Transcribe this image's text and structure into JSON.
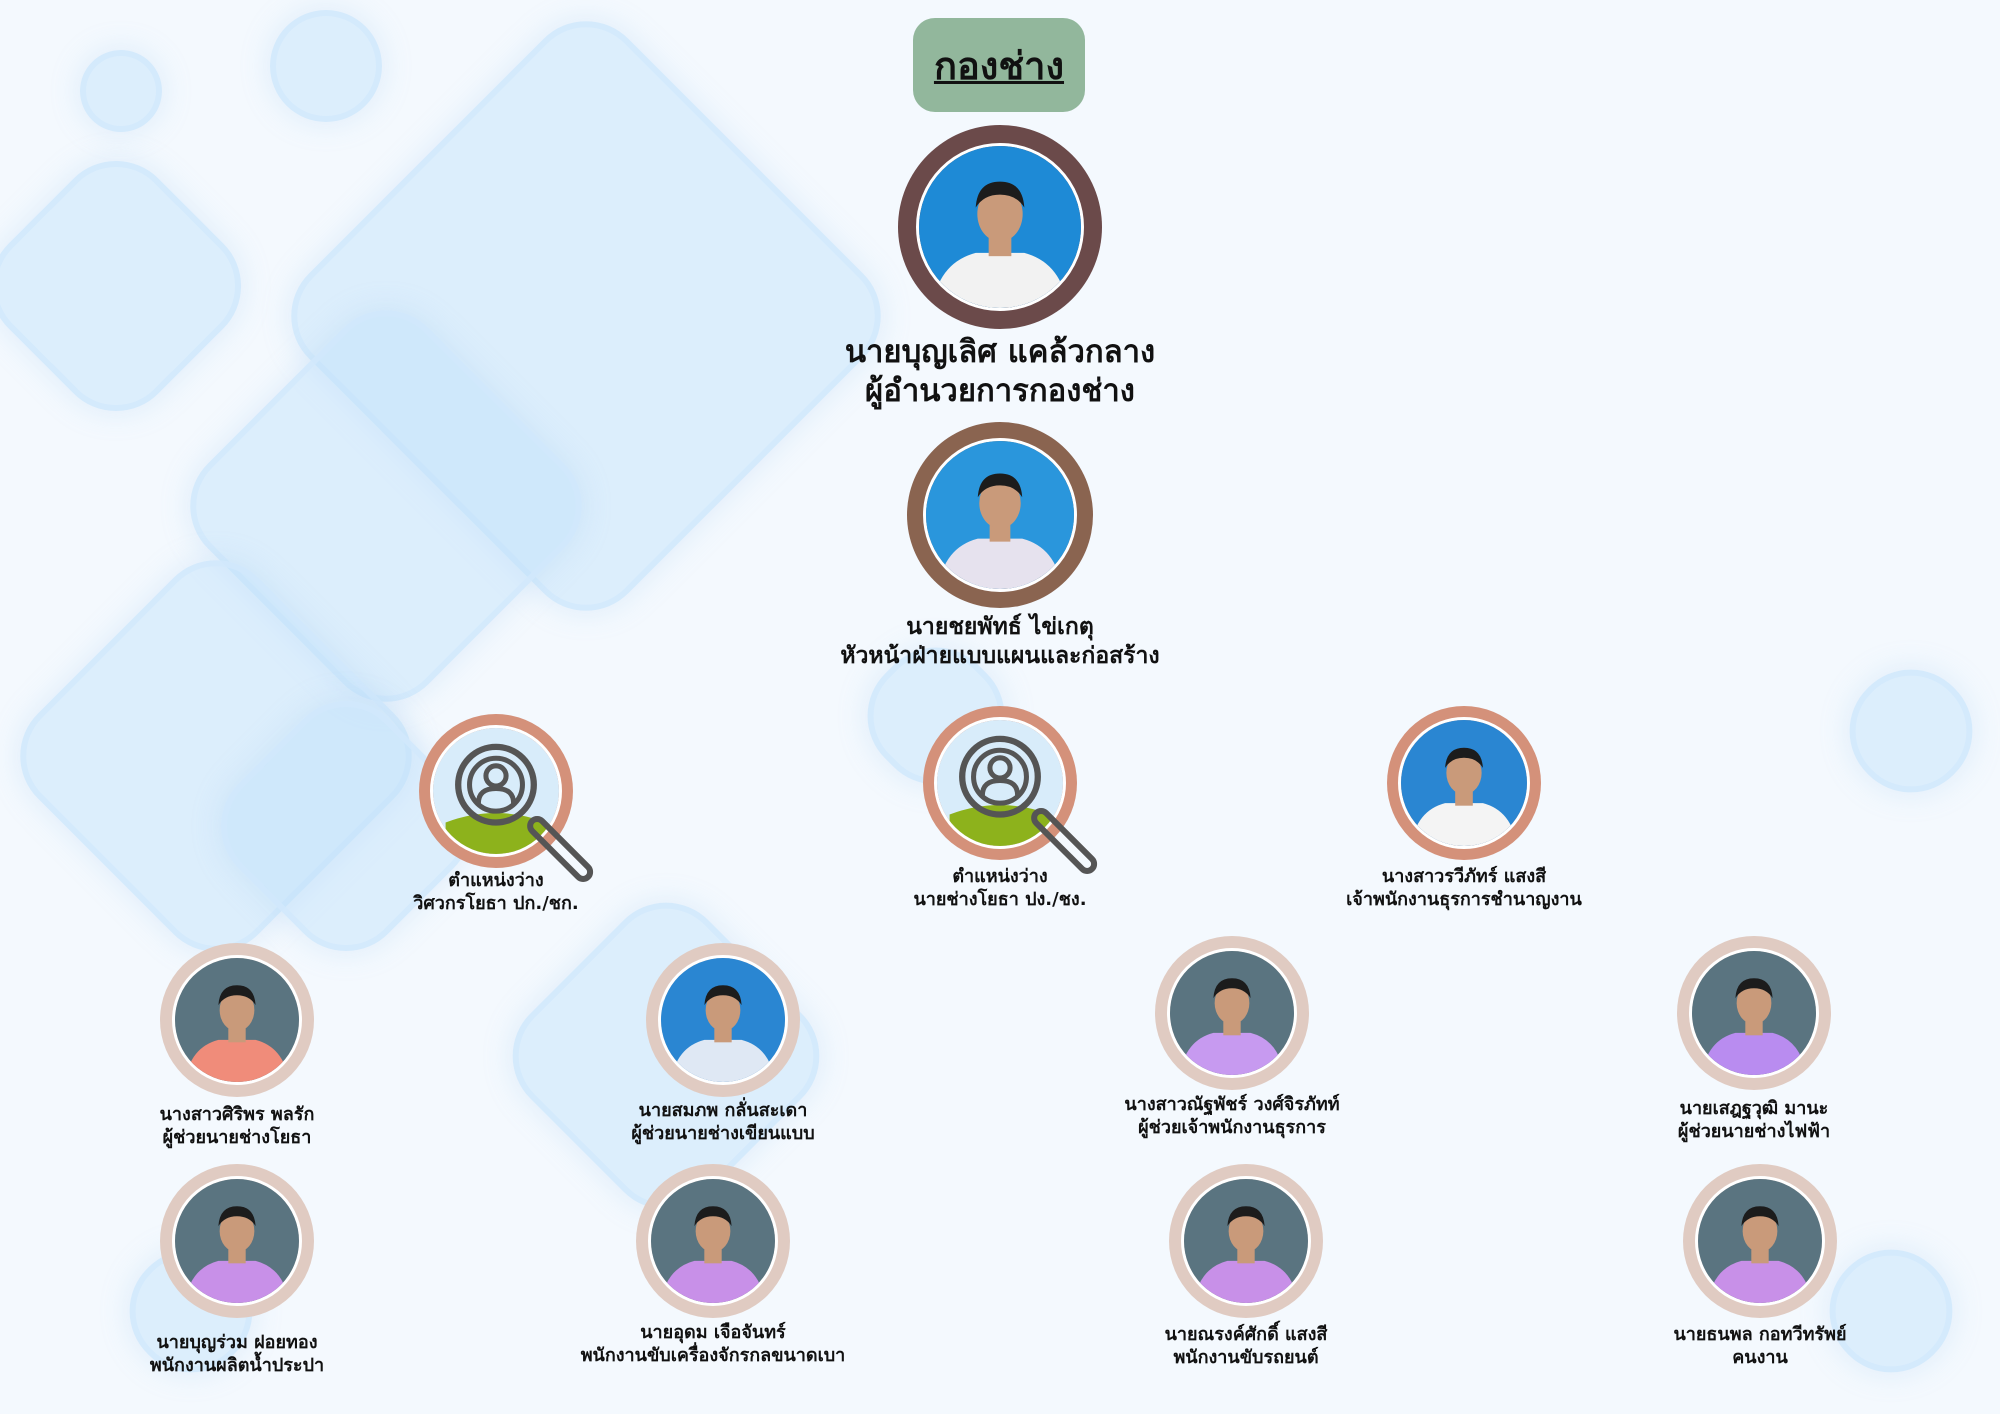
{
  "title": "กองช่าง",
  "colors": {
    "title_bg": "#92b79c",
    "ring_director": "#6b4a4a",
    "ring_head": "#8a6450",
    "ring_level3": "#d4917a",
    "ring_staff": "#e0cbc2"
  },
  "director": {
    "name": "นายบุญเลิศ แคล้วกลาง",
    "position": "ผู้อำนวยการกองช่าง"
  },
  "head": {
    "name": "นายชยพัทธ์  ไข่เกตุ",
    "position": "หัวหน้าฝ่ายแบบแผนและก่อสร้าง"
  },
  "level3": [
    {
      "name": "ตำแหน่งว่าง",
      "position": "วิศวกรโยธา ปก./ชก.",
      "vacant": true
    },
    {
      "name": "ตำแหน่งว่าง",
      "position": "นายช่างโยธา ปง./ชง.",
      "vacant": true
    },
    {
      "name": "นางสาวรวีภัทร์  แสงสี",
      "position": "เจ้าพนักงานธุรการชำนาญงาน",
      "vacant": false
    }
  ],
  "staff": [
    {
      "name": "นางสาวศิริพร  พลรัก",
      "position": "ผู้ช่วยนายช่างโยธา"
    },
    {
      "name": "นายสมภพ กลั่นสะเดา",
      "position": "ผู้ช่วยนายช่างเขียนแบบ"
    },
    {
      "name": "นางสาวณัฐพัชร์  วงศ์จิรภัทท์",
      "position": "ผู้ช่วยเจ้าพนักงานธุรการ"
    },
    {
      "name": "นายเสฎฐวุฒิ  มานะ",
      "position": "ผู้ช่วยนายช่างไฟฟ้า"
    },
    {
      "name": "นายบุญร่วม  ฝอยทอง",
      "position": "พนักงานผลิตน้ำประปา"
    },
    {
      "name": "นายอุดม  เจือจันทร์",
      "position": "พนักงานขับเครื่องจักรกลขนาดเบา"
    },
    {
      "name": "นายณรงค์ศักดิ์  แสงสี",
      "position": "พนักงานขับรถยนต์"
    },
    {
      "name": "นายธนพล  กอทวีทรัพย์",
      "position": "คนงาน"
    }
  ]
}
